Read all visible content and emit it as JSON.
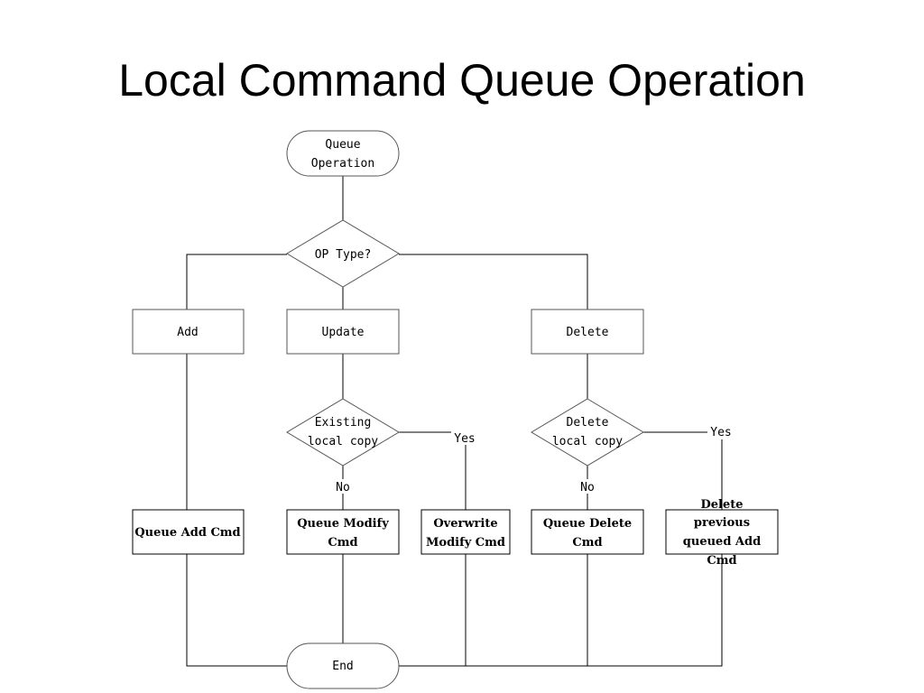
{
  "slide": {
    "title": "Local Command Queue Operation"
  },
  "flowchart": {
    "start": [
      "Queue",
      "Operation"
    ],
    "op_decision": "OP Type?",
    "add": "Add",
    "update": "Update",
    "delete": "Delete",
    "existing_decision": [
      "Existing",
      "local copy"
    ],
    "delete_decision": [
      "Delete",
      "local copy"
    ],
    "yes_label": "Yes",
    "no_label": "No",
    "queue_add": "Queue Add Cmd",
    "queue_modify": [
      "Queue Modify",
      "Cmd"
    ],
    "overwrite_modify": [
      "Overwrite",
      "Modify Cmd"
    ],
    "queue_delete": [
      "Queue Delete",
      "Cmd"
    ],
    "delete_previous": [
      "Delete",
      "previous",
      "queued Add",
      "Cmd"
    ],
    "end": "End"
  }
}
